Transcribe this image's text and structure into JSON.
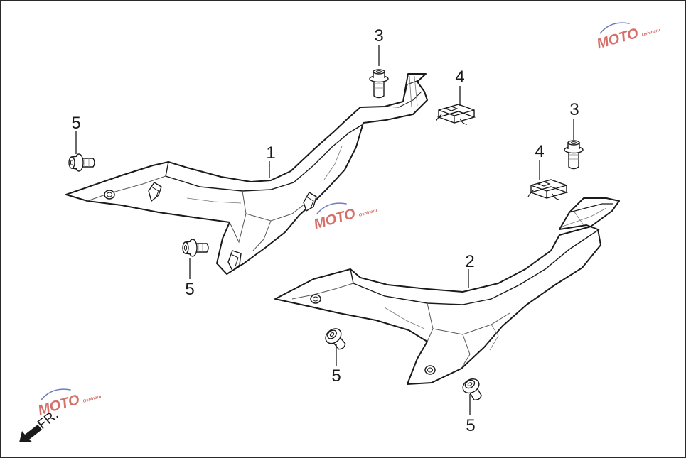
{
  "callouts": {
    "c3_top": "3",
    "c4_top": "4",
    "c5_left": "5",
    "c1": "1",
    "c3_right": "3",
    "c4_right": "4",
    "c5_mid": "5",
    "c2": "2",
    "c5_bottom_a": "5",
    "c5_bottom_b": "5"
  },
  "direction": {
    "label": "FR."
  },
  "watermark": {
    "brand": "MOTO",
    "tag": "Oshinaru"
  },
  "colors": {
    "line": "#1a1a1a",
    "panel_fill": "#ffffff",
    "detail": "#6a6a6a",
    "watermark_red": "#d0574f",
    "watermark_blue": "#5565b8"
  },
  "icons": {
    "bolt": "flange-bolt-icon",
    "clip": "u-nut-clip-icon",
    "arrow": "front-direction-arrow-icon"
  }
}
